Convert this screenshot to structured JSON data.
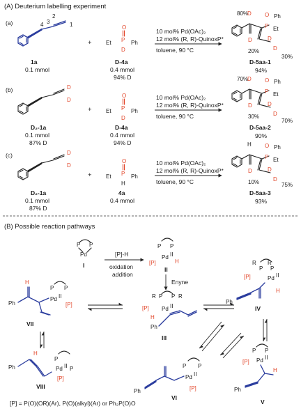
{
  "title_a": "(A) Deuterium labelling experiment",
  "title_b": "(B) Possible reaction pathways",
  "rows": [
    {
      "label": "(a)",
      "sm_id": "1a",
      "sm_amt": "0.1 mmol",
      "sm_d": "",
      "reag_id": "D-4a",
      "reag_amt": "0.4 mmol",
      "reag_d": "94% D",
      "cond1": "10 mol% Pd(OAc)₂",
      "cond2": "12 mol% (R, R)-QuinoxP*",
      "cond3": "toluene, 90 °C",
      "prod_id": "D-5aa-1",
      "prod_yield": "94%",
      "pct_top": "80%",
      "pct_low": "20%",
      "pct_right": "30%"
    },
    {
      "label": "(b)",
      "sm_id": "D₂-1a",
      "sm_amt": "0.1 mmol",
      "sm_d": "87% D",
      "reag_id": "D-4a",
      "reag_amt": "0.4 mmol",
      "reag_d": "94% D",
      "cond1": "10 mol% Pd(OAc)₂",
      "cond2": "12 mol% (R, R)-QuinoxP*",
      "cond3": "toluene, 90 °C",
      "prod_id": "D-5aa-2",
      "prod_yield": "90%",
      "pct_top": "70%",
      "pct_low": "30%",
      "pct_right": "70%"
    },
    {
      "label": "(c)",
      "sm_id": "D₂-1a",
      "sm_amt": "0.1 mmol",
      "sm_d": "87% D",
      "reag_id": "4a",
      "reag_amt": "0.4 mmol",
      "reag_d": "",
      "cond1": "10 mol% Pd(OAc)₂",
      "cond2": "12 mol% (R, R)-QuinoxP*",
      "cond3": "toluene, 90 °C",
      "prod_id": "D-5aa-3",
      "prod_yield": "93%",
      "pct_top": "",
      "pct_low": "10%",
      "pct_right": "75%"
    }
  ],
  "atoms": {
    "D": "D",
    "H": "H",
    "P": "P",
    "O": "O",
    "Et": "Et",
    "Ph": "Ph",
    "R": "R",
    "Pd": "Pd",
    "PdII": "Pd",
    "II": "II",
    "BP": "[P]",
    "PH": "[P]-H"
  },
  "numbering": {
    "n1": "1",
    "n2": "2",
    "n3": "3",
    "n4": "4"
  },
  "pathway": {
    "step_ox": "oxidation",
    "step_add": "addition",
    "enyne": "Enyne",
    "c_I": "I",
    "c_II": "II",
    "c_III": "III",
    "c_IV": "IV",
    "c_V": "V",
    "c_VI": "VI",
    "c_VII": "VII",
    "c_VIII": "VIII"
  },
  "footnote": "[P] = P(O)(OR)(Ar), P(O)(alkyl)(Ar) or Ph₂P(O)O"
}
